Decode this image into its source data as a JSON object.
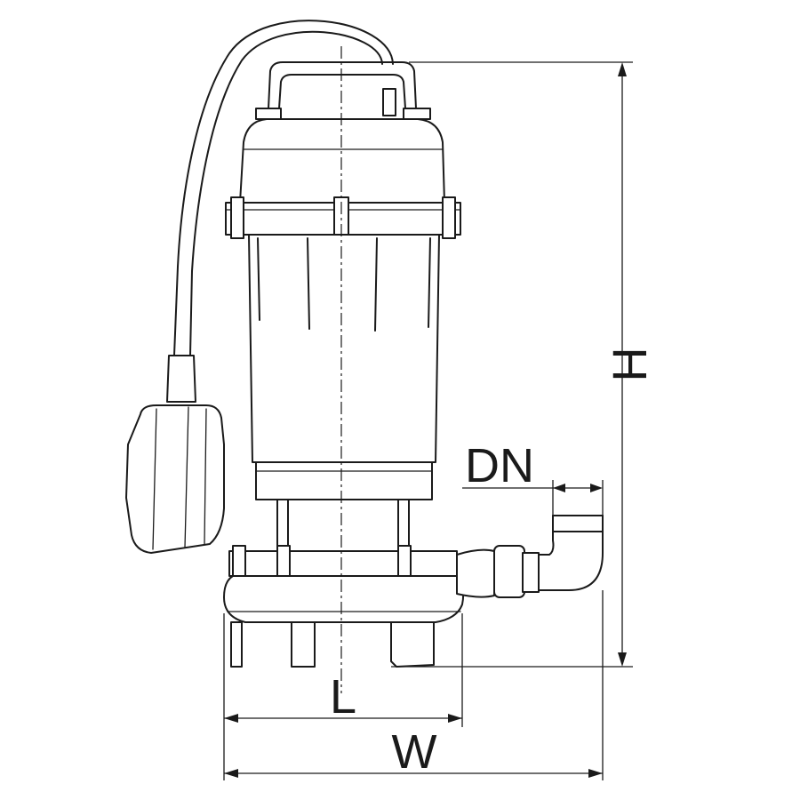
{
  "dimensions": {
    "height_label": "H",
    "outlet_label": "DN",
    "length_label": "L",
    "width_label": "W"
  },
  "colors": {
    "line": "#1a1a1a",
    "background": "#ffffff"
  }
}
